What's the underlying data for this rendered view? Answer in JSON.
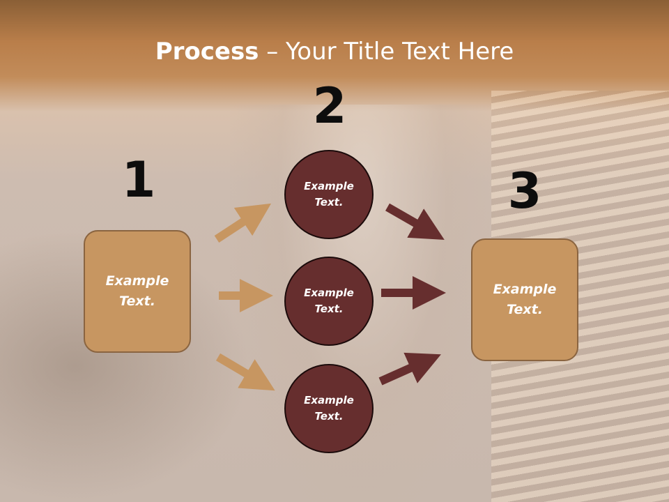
{
  "title": {
    "bold": "Process",
    "rest": " – Your Title Text Here"
  },
  "steps": [
    {
      "number": "1",
      "box_text": "Example Text."
    },
    {
      "number": "2",
      "circles": [
        "Example Text.",
        "Example Text.",
        "Example Text."
      ]
    },
    {
      "number": "3",
      "box_text": "Example Text."
    }
  ],
  "colors": {
    "box_fill": "#c79661",
    "circle_fill": "#662e2e",
    "arrow_light": "#c79661",
    "arrow_dark": "#662e2e"
  }
}
